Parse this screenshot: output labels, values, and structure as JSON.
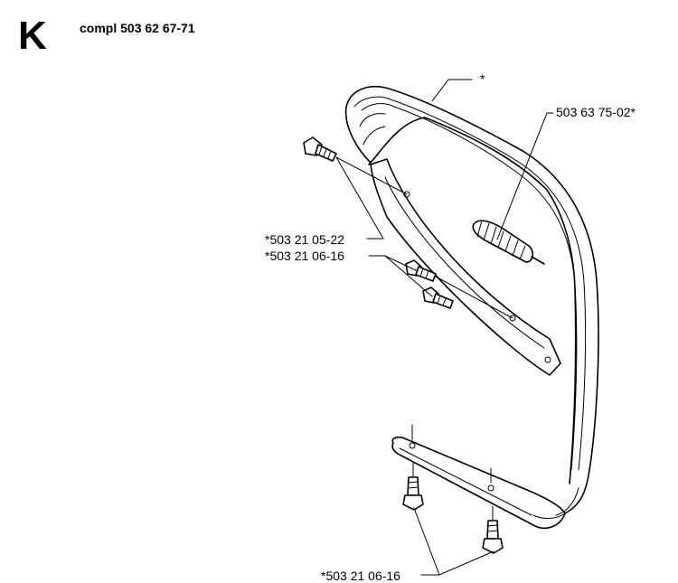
{
  "header": {
    "section_letter": "K",
    "assembly_label": "compl 503 62 67-71"
  },
  "callouts": {
    "handle_star": "*",
    "damper": "503 63 75-02*",
    "screw_upper": "*503 21 05-22",
    "screw_middle": "*503 21 06-16",
    "screw_bottom": "*503 21 06-16"
  }
}
